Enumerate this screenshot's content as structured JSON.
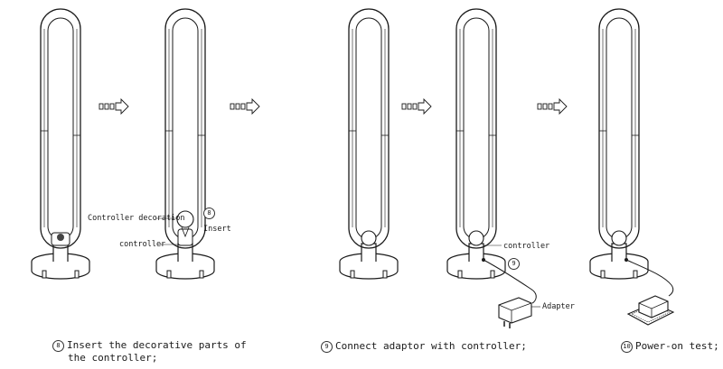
{
  "steps": [
    {
      "number": "8",
      "caption_line1": "Insert the decorative parts of",
      "caption_line2": "the controller;",
      "badge": "8",
      "labels": {
        "controller_decoration": "Controller decoration",
        "insert": "Insert",
        "controller": "controller"
      }
    },
    {
      "number": "9",
      "caption_line1": "Connect adaptor with controller;",
      "badge": "9",
      "labels": {
        "controller": "controller",
        "adapter": "Adapter"
      }
    },
    {
      "number": "10",
      "caption_line1": "Power-on test;"
    }
  ],
  "colors": {
    "line": "#1a1a1a",
    "fill": "#ffffff"
  }
}
